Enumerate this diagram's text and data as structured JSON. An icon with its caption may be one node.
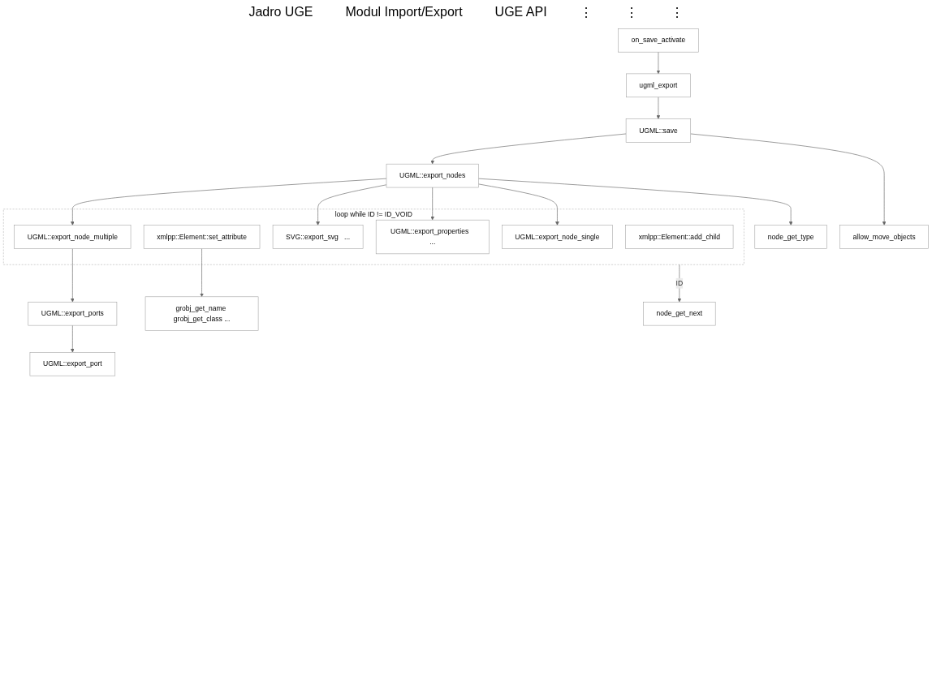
{
  "diagram": {
    "nodes": [
      {
        "text": [
          "on_save_activate"
        ]
      },
      {
        "text": [
          "ugml_export"
        ]
      },
      {
        "text": [
          "UGML::save"
        ]
      },
      {
        "text": [
          "allow_move_objects"
        ]
      },
      {
        "text": [
          "UGML::export_nodes"
        ]
      },
      {
        "text": [
          "loop while ID != ID_VOID"
        ]
      },
      {
        "text": [
          "node_get_next"
        ]
      },
      {
        "text": [
          "xmlpp::Element::add_child"
        ],
        "in": 5
      },
      {
        "text": [
          "xmlpp::Element::set_attribute"
        ],
        "in": 5
      },
      {
        "text": [
          "grobj_get_name grobj_get_class ..."
        ]
      },
      {
        "text": [
          "SVG::export_svg",
          "..."
        ],
        "in": 5
      },
      {
        "text": [
          "UGML::export_properties",
          "..."
        ],
        "in": 5
      },
      {
        "text": [
          "UGML::export_node_single"
        ],
        "in": 5
      },
      {
        "text": [
          "UGML::export_node_multiple"
        ],
        "in": 5
      },
      {
        "text": [
          "node_get_type"
        ]
      },
      {
        "text": [
          "UGML::export_ports"
        ]
      },
      {
        "text": [
          "UGML::export_port"
        ]
      }
    ],
    "edges": [
      {
        "from": 0,
        "to": 1,
        "arrow": "to"
      },
      {
        "from": 1,
        "to": 2,
        "arrow": "to"
      },
      {
        "from": 2,
        "to": 3,
        "arrow": "to"
      },
      {
        "from": 2,
        "to": 4,
        "arrow": "to"
      },
      {
        "from": 5,
        "to": 6,
        "label": "ID",
        "arrow": "to"
      },
      {
        "from": 8,
        "to": 9,
        "arrow": "to"
      },
      {
        "from": 4,
        "to": 10,
        "arrow": "to"
      },
      {
        "from": 4,
        "to": 11,
        "arrow": "to"
      },
      {
        "from": 4,
        "to": 12,
        "arrow": "to"
      },
      {
        "from": 4,
        "to": 13,
        "arrow": "to"
      },
      {
        "from": 4,
        "to": 14,
        "arrow": "to"
      },
      {
        "from": 13,
        "to": 15,
        "arrow": "to"
      },
      {
        "from": 15,
        "to": 16,
        "arrow": "to"
      }
    ],
    "labels": [
      "Jadro UGE",
      "Modul Import/Export",
      "UGE API",
      "⋮",
      "⋮",
      "⋮"
    ]
  }
}
